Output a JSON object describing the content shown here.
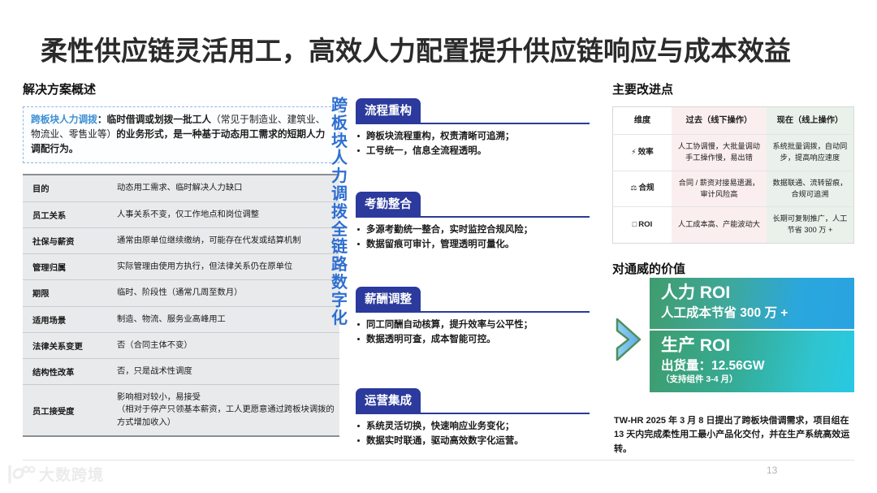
{
  "slide": {
    "title": "柔性供应链灵活用工，高效人力配置提升供应链响应与成本效益",
    "page_number": "13",
    "watermark": "大数跨境"
  },
  "left": {
    "heading": "解决方案概述",
    "intro": {
      "term": "跨板块人力调拨",
      "colon": "：",
      "bold_a": "临时借调或划拨一批工人",
      "normal_a": "（常见于制造业、建筑业、物流业、零售业等）",
      "bold_b": "的业务形式，是一种基于动态用工需求的短期人力调配行为。"
    },
    "table": [
      {
        "key": "目的",
        "value": "动态用工需求、临时解决人力缺口"
      },
      {
        "key": "员工关系",
        "value": "人事关系不变，仅工作地点和岗位调整"
      },
      {
        "key": "社保与薪资",
        "value": "通常由原单位继续缴纳，可能存在代发或结算机制"
      },
      {
        "key": "管理归属",
        "value": "实际管理由使用方执行，但法律关系仍在原单位"
      },
      {
        "key": "期限",
        "value": "临时、阶段性（通常几周至数月）"
      },
      {
        "key": "适用场景",
        "value": "制造、物流、服务业高峰用工"
      },
      {
        "key": "法律关系变更",
        "value": "否（合同主体不变）"
      },
      {
        "key": "结构性改革",
        "value": "否，只是战术性调度"
      },
      {
        "key": "员工接受度",
        "value": "影响相对较小，易接受\n（相对于停产只领基本薪资，工人更愿意通过跨板块调拨的方式增加收入）"
      }
    ]
  },
  "vertical_band": {
    "text": "跨板块人力调拨全链路数字化",
    "color": "#2f6fd0"
  },
  "cards": [
    {
      "tab": "流程重构",
      "bullets": [
        "跨板块流程重构，权责清晰可追溯；",
        "工号统一，信息全流程透明。"
      ]
    },
    {
      "tab": "考勤整合",
      "bullets": [
        "多源考勤统一整合，实时监控合规风险；",
        "数据留痕可审计，管理透明可量化。"
      ]
    },
    {
      "tab": "薪酬调整",
      "bullets": [
        "同工同酬自动核算，提升效率与公平性；",
        "数据透明可查，成本智能可控。"
      ]
    },
    {
      "tab": "运营集成",
      "bullets": [
        "系统灵活切换，快速响应业务变化；",
        "数据实时联通，驱动高效数字化运营。"
      ]
    }
  ],
  "right": {
    "heading": "主要改进点",
    "table": {
      "headers": [
        "维度",
        "过去（线下操作）",
        "现在（线上操作）"
      ],
      "rows": [
        {
          "icon": "⚡",
          "icon_name": "lightning-icon",
          "dim": "效率",
          "past": "人工协调慢，大批量调动手工操作慢，易出错",
          "now": "系统批量调拨，自动同步，提高响应速度"
        },
        {
          "icon": "⚖",
          "icon_name": "scales-icon",
          "dim": "合规",
          "past": "合同 / 薪资对接易遗漏，审计风险高",
          "now": "数据联通、流转留痕，合规可追溯"
        },
        {
          "icon": "□",
          "icon_name": "square-icon",
          "dim": "ROI",
          "past": "人工成本高、产能波动大",
          "now": "长期可复制推广，人工节省 300 万 +"
        }
      ],
      "past_bg": "#fbeeee",
      "now_bg": "#e9f1ea"
    },
    "value_heading": "对通威的价值",
    "roi": [
      {
        "title": "人力 ROI",
        "sub": "人工成本节省 300 万 +",
        "note": ""
      },
      {
        "title": "生产 ROI",
        "sub": "出货量：12.56GW",
        "note": "（支持组件 3-4 月）"
      }
    ],
    "footnote": "TW-HR 2025 年 3 月 8 日提出了跨板块借调需求，项目组在 13 天内完成柔性用工最小产品化交付，并在生产系统高效运转。"
  }
}
